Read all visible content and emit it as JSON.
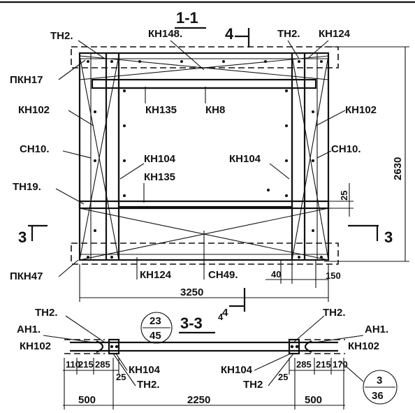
{
  "section_1": {
    "title": "1-1",
    "cut_mark": "4",
    "labels": {
      "th2_left": "ТН2.",
      "kn148": "КН148.",
      "th2_right": "ТН2.",
      "kn124_top": "КН124",
      "pkn17": "ПКН17",
      "kn102_left": "КН102",
      "kn102_right": "КН102",
      "kn135_top": "КН135",
      "kn8": "КН8",
      "ch10_left": "СН10.",
      "ch10_right": "СН10.",
      "kn104_left": "КН104",
      "kn104_right": "КН104",
      "kn135_mid": "КН135",
      "th19": "ТН19.",
      "pkn47": "ПКН47",
      "kn124_bottom": "КН124",
      "ch49": "СН49.",
      "section_mark_left": "3",
      "section_mark_right": "3"
    },
    "dimensions": {
      "height": "2630",
      "gap": "25",
      "d40": "40",
      "d150": "150",
      "width": "3250",
      "cut_mark_bottom": "4"
    }
  },
  "section_3": {
    "title": "3-3",
    "cut_mark": "4",
    "labels": {
      "th2_left_top": "ТН2.",
      "th2_right_top": "ТН2.",
      "ah1_left": "АН1.",
      "ah1_right": "АН1.",
      "kn102_left": "КН102",
      "kn102_right": "КН102",
      "kn104_left": "КН104",
      "kn104_right": "КН104",
      "th2_left_bottom": "ТН2.",
      "th2_right_bottom": "ТН2"
    },
    "detail_refs": [
      {
        "top": "23",
        "bottom": "45"
      },
      {
        "top": "3",
        "bottom": "36"
      }
    ],
    "dimensions": {
      "left_chain": [
        "110",
        "215",
        "285",
        "25"
      ],
      "right_chain": [
        "25",
        "285",
        "215",
        "170"
      ],
      "left_total": "500",
      "middle": "2250",
      "right_total": "500"
    }
  }
}
